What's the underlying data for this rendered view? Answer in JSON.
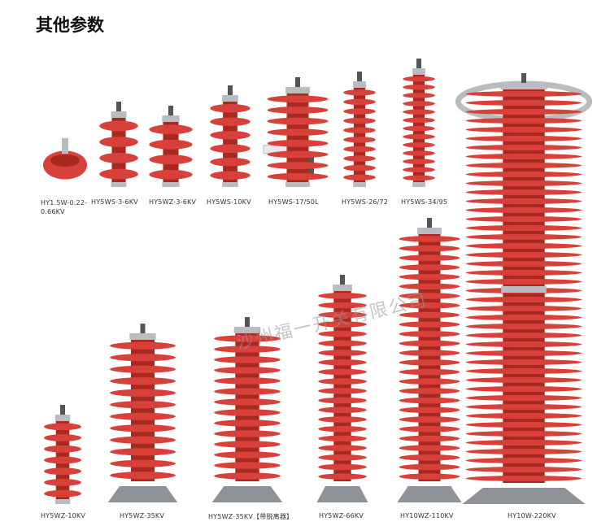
{
  "page": {
    "title": "其他参数"
  },
  "watermark": "沙州福一开关有限公司",
  "colors": {
    "porcelain": "#d8413a",
    "porcelain_dark": "#a9281f",
    "metal": "#b9bdc2",
    "base": "#8f9296"
  },
  "products": [
    {
      "label": "HY1.5W-0.22-0.66KV"
    },
    {
      "label": "HY5WS-3-6KV"
    },
    {
      "label": "HY5WZ-3-6KV"
    },
    {
      "label": "HY5WS-10KV"
    },
    {
      "label": "HY5WS-17/50L"
    },
    {
      "label": "HY5WS-26/72"
    },
    {
      "label": "HY5WS-34/95"
    },
    {
      "label": "HY5WZ-10KV"
    },
    {
      "label": "HY5WZ-35KV"
    },
    {
      "label": "HY5WZ-35KV【带脱离器】"
    },
    {
      "label": "HY5WZ-66KV"
    },
    {
      "label": "HY10WZ-110KV"
    },
    {
      "label": "HY10W-220KV"
    }
  ]
}
